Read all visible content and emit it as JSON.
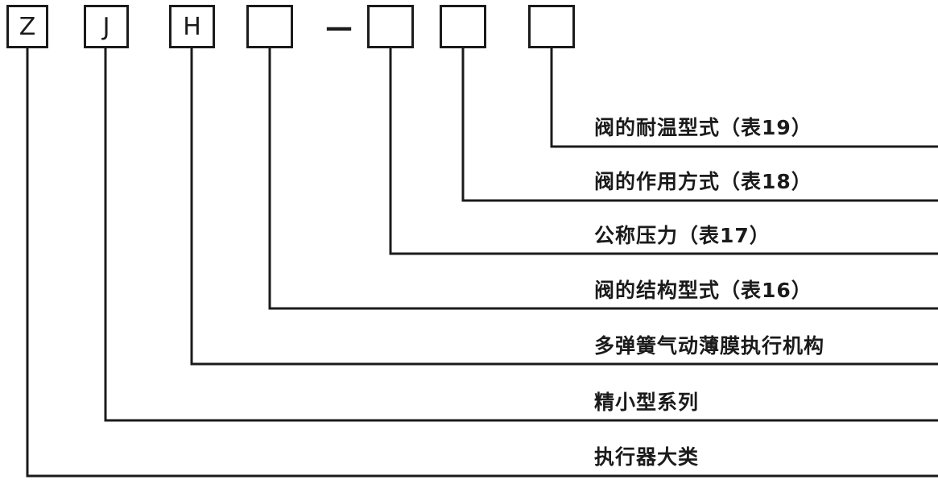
{
  "code_boxes": [
    {
      "label": "Z"
    },
    {
      "label": "J"
    },
    {
      "label": "H"
    },
    {
      "label": ""
    },
    {
      "label": ""
    },
    {
      "label": ""
    },
    {
      "label": ""
    }
  ],
  "separator": "—",
  "annotations": [
    {
      "text": "阀的耐温型式（表19）"
    },
    {
      "text": "阀的作用方式（表18）"
    },
    {
      "text": "公称压力（表17）"
    },
    {
      "text": "阀的结构型式（表16）"
    },
    {
      "text": "多弹簧气动薄膜执行机构"
    },
    {
      "text": "精小型系列"
    },
    {
      "text": "执行器大类"
    }
  ]
}
